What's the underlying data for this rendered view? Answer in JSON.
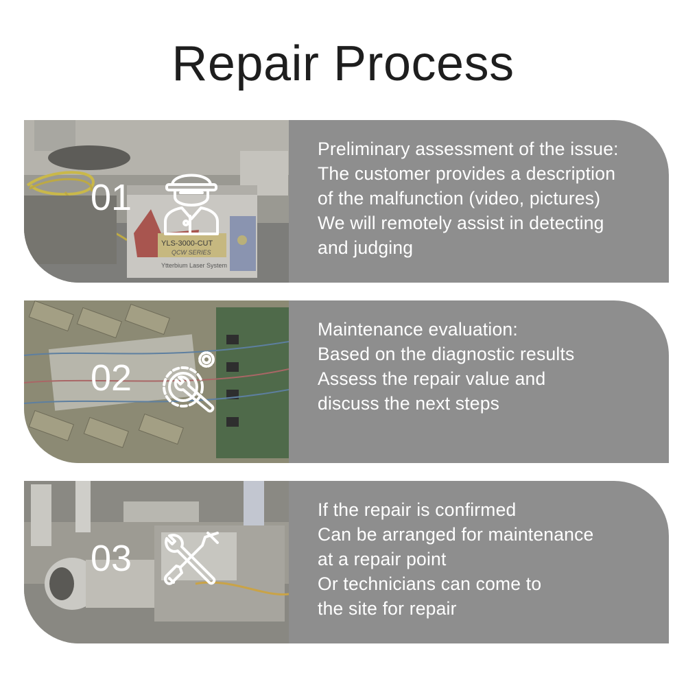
{
  "page": {
    "title": "Repair Process"
  },
  "steps": [
    {
      "number": "01",
      "icon": "technician-icon",
      "lines": [
        "Preliminary assessment of the issue:",
        "The customer provides a description",
        "of the malfunction (video, pictures)",
        "We will remotely assist in detecting",
        "and judging"
      ],
      "photo_labels": [
        "YLS-3000-CUT",
        "QCW SERIES",
        "Ytterbium Laser System"
      ]
    },
    {
      "number": "02",
      "icon": "gear-wrench-icon",
      "lines": [
        "Maintenance evaluation:",
        "Based on the diagnostic results",
        "Assess the repair value and",
        "discuss the next steps"
      ]
    },
    {
      "number": "03",
      "icon": "tools-icon",
      "lines": [
        "If the repair is confirmed",
        "Can be arranged for maintenance",
        "at a repair point",
        "Or technicians can come to",
        "the site for repair"
      ]
    }
  ]
}
